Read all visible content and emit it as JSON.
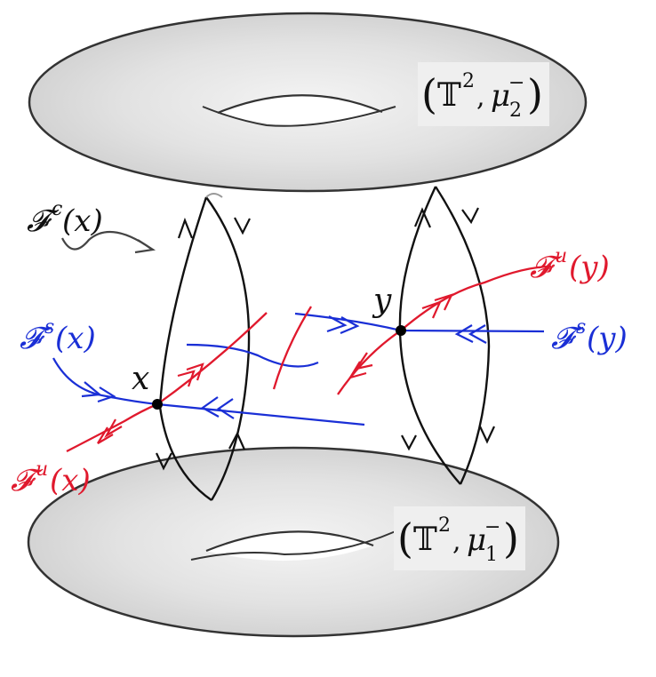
{
  "torus_top_label": {
    "space": "𝕋",
    "exp": "2",
    "measure": "μ",
    "sub": "2",
    "sup": "−"
  },
  "torus_bottom_label": {
    "space": "𝕋",
    "exp": "2",
    "measure": "μ",
    "sub": "1",
    "sup": "−"
  },
  "foliation_labels": {
    "center_x": {
      "F": "𝓕",
      "sup": "c",
      "arg": "(x)"
    },
    "stable_x": {
      "F": "𝓕",
      "sup": "s",
      "arg": "(x)"
    },
    "unstable_x": {
      "F": "𝓕",
      "sup": "u",
      "arg": "(x)"
    },
    "stable_y": {
      "F": "𝓕",
      "sup": "s",
      "arg": "(y)"
    },
    "unstable_y": {
      "F": "𝓕",
      "sup": "u",
      "arg": "(y)"
    }
  },
  "points": {
    "x": "x",
    "y": "y"
  },
  "colors": {
    "stable": "#1a2fd6",
    "unstable": "#e0192d",
    "center": "#111111",
    "torus_fill": "#e6e6e6",
    "torus_stroke": "#333333"
  }
}
